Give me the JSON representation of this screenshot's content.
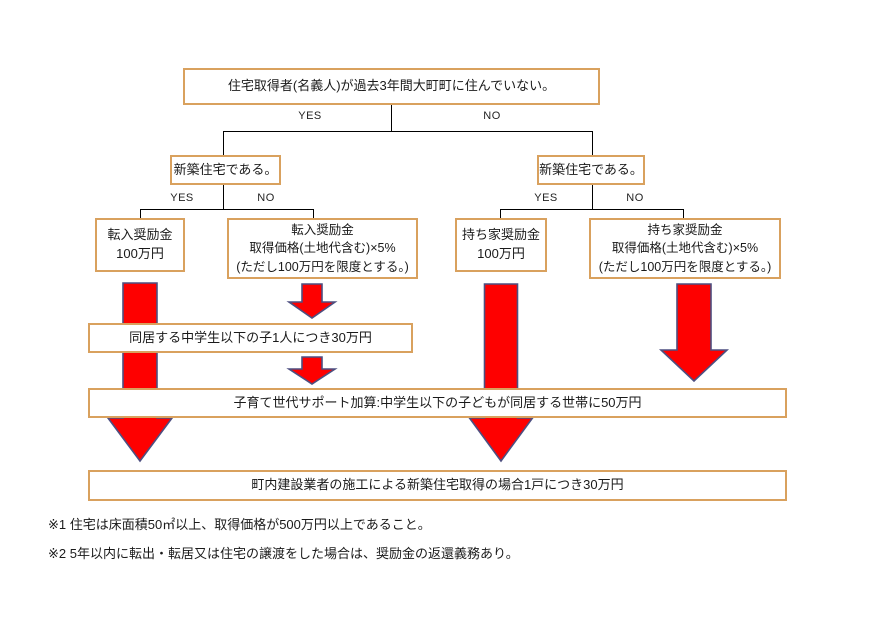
{
  "diagram": {
    "title_box": "住宅取得者(名義人)が過去3年間大町町に住んでいない。",
    "labels": {
      "yes": "YES",
      "no": "NO"
    },
    "new_house_left": "新築住宅である。",
    "new_house_right": "新築住宅である。",
    "box_tennyu_flat": {
      "line1": "転入奨励金",
      "line2": "100万円"
    },
    "box_tennyu_pct": {
      "line1": "転入奨励金",
      "line2": "取得価格(土地代含む)×5%",
      "line3": "(ただし100万円を限度とする。)"
    },
    "box_mochiie_flat": {
      "line1": "持ち家奨励金",
      "line2": "100万円"
    },
    "box_mochiie_pct": {
      "line1": "持ち家奨励金",
      "line2": "取得価格(土地代含む)×5%",
      "line3": "(ただし100万円を限度とする。)"
    },
    "box_dokyo": "同居する中学生以下の子1人につき30万円",
    "box_kosodate": "子育て世代サポート加算:中学生以下の子どもが同居する世帯に50万円",
    "box_chonai": "町内建設業者の施工による新築住宅取得の場合1戸につき30万円",
    "notes": [
      "※1 住宅は床面積50㎡以上、取得価格が500万円以上であること。",
      "※2 5年以内に転出・転居又は住宅の譲渡をした場合は、奨励金の返還義務あり。"
    ],
    "colors": {
      "box_border": "#d9a15e",
      "arrow_fill": "#fe0000",
      "arrow_outline": "#4d4f80",
      "line": "#000000"
    }
  }
}
